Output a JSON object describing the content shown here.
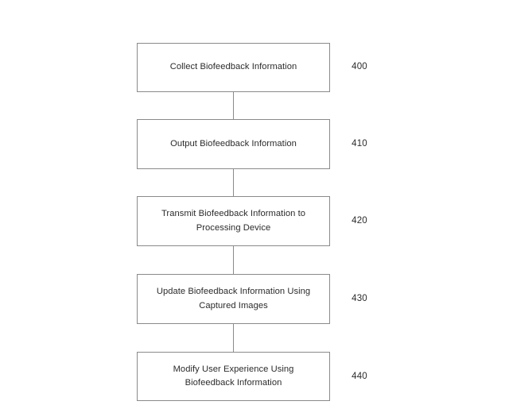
{
  "figure": {
    "type": "flowchart",
    "orientation": "vertical",
    "background_color": "#ffffff",
    "box_border_color": "#8a8a8a",
    "text_color": "#2b2b2b",
    "steps": [
      {
        "id": "step-400",
        "text": "Collect Biofeedback Information",
        "ref": "400"
      },
      {
        "id": "step-410",
        "text": "Output Biofeedback Information",
        "ref": "410"
      },
      {
        "id": "step-420",
        "text": "Transmit Biofeedback Information to Processing Device",
        "ref": "420"
      },
      {
        "id": "step-430",
        "text": "Update Biofeedback Information Using Captured Images",
        "ref": "430"
      },
      {
        "id": "step-440",
        "text": "Modify User Experience Using Biofeedback Information",
        "ref": "440"
      }
    ]
  }
}
